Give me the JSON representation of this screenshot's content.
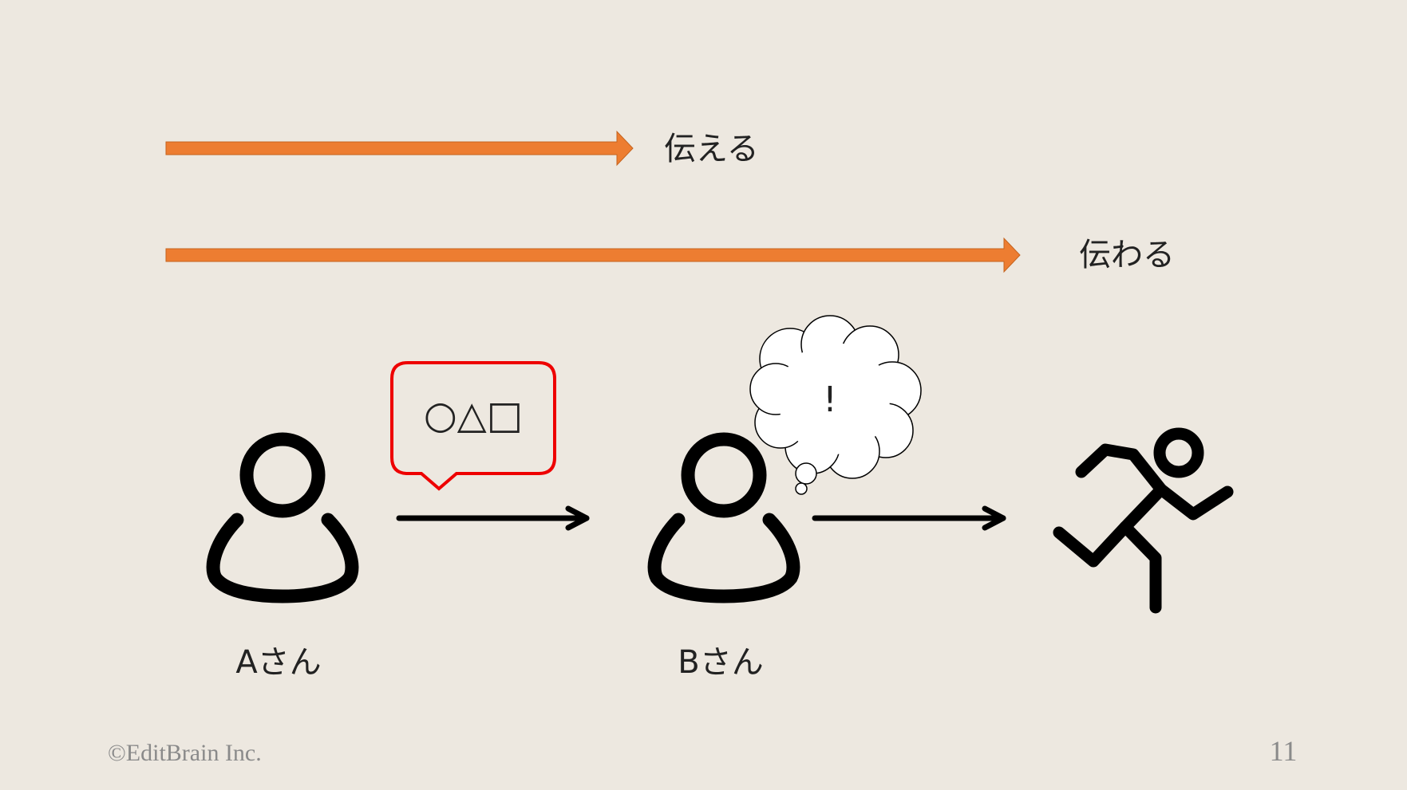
{
  "slide": {
    "row1_label": "伝える",
    "row2_label": "伝わる",
    "speech_content": "○△□",
    "thought_content": "!",
    "person_a_label": "Aさん",
    "person_b_label": "Bさん",
    "footer_copyright": "©EditBrain Inc.",
    "page_number": "11"
  },
  "colors": {
    "background": "#ede8e0",
    "accent_arrow": "#ed7d31",
    "speech_border": "#ee0000",
    "icon": "#000000"
  },
  "icons": [
    "person-icon",
    "person-icon",
    "runner-icon",
    "speech-bubble-icon",
    "thought-cloud-icon",
    "arrow-right-icon"
  ]
}
